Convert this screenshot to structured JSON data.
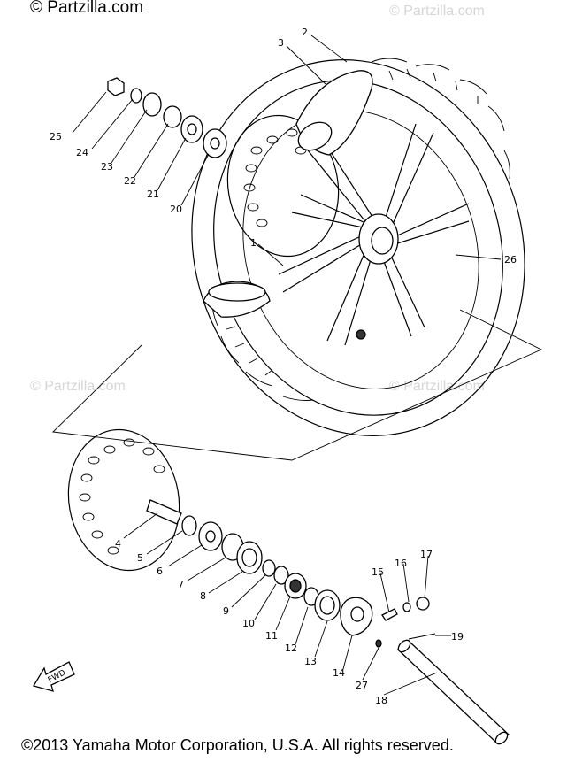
{
  "watermarks": {
    "top_left": "© Partzilla.com",
    "faint_1": "© Partzilla.com",
    "faint_2": "© Partzilla.com",
    "faint_3": "© Partzilla.com"
  },
  "fwd_label": "FWD",
  "copyright": "©2013 Yamaha Motor Corporation, U.S.A. All rights reserved.",
  "callouts": [
    {
      "id": "1",
      "text": "1"
    },
    {
      "id": "2",
      "text": "2"
    },
    {
      "id": "3",
      "text": "3"
    },
    {
      "id": "4",
      "text": "4"
    },
    {
      "id": "5",
      "text": "5"
    },
    {
      "id": "6",
      "text": "6"
    },
    {
      "id": "7",
      "text": "7"
    },
    {
      "id": "8",
      "text": "8"
    },
    {
      "id": "9",
      "text": "9"
    },
    {
      "id": "10",
      "text": "10"
    },
    {
      "id": "11",
      "text": "11"
    },
    {
      "id": "12",
      "text": "12"
    },
    {
      "id": "13",
      "text": "13"
    },
    {
      "id": "14",
      "text": "14"
    },
    {
      "id": "15",
      "text": "15"
    },
    {
      "id": "16",
      "text": "16"
    },
    {
      "id": "17",
      "text": "17"
    },
    {
      "id": "18",
      "text": "18"
    },
    {
      "id": "19",
      "text": "19"
    },
    {
      "id": "20",
      "text": "20"
    },
    {
      "id": "21",
      "text": "21"
    },
    {
      "id": "22",
      "text": "22"
    },
    {
      "id": "23",
      "text": "23"
    },
    {
      "id": "24",
      "text": "24"
    },
    {
      "id": "25",
      "text": "25"
    },
    {
      "id": "26",
      "text": "26"
    },
    {
      "id": "27",
      "text": "27"
    }
  ]
}
